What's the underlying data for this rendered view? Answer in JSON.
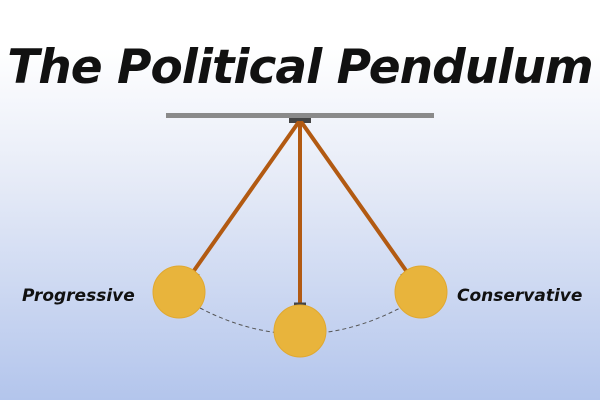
{
  "title": "The Political Pendulum",
  "labels": {
    "left": "Progressive",
    "right": "Conservative"
  },
  "colors": {
    "bar": "#8a8a8a",
    "pivot": "#444444",
    "rod": "#b25a12",
    "bob": "#e8b43c",
    "bob_stroke": "#e0a830",
    "arc": "#555555"
  }
}
